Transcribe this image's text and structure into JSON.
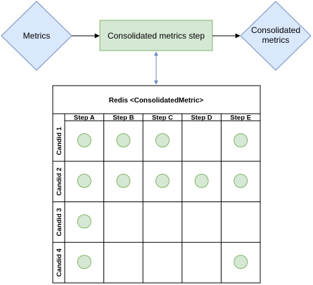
{
  "colors": {
    "diamond_fill": "#dae8fc",
    "diamond_stroke": "#6c8ebf",
    "step_fill": "#d5e8d4",
    "step_stroke": "#82b366",
    "dot_fill": "#d5e8d4",
    "dot_stroke": "#82b366",
    "arrow_stroke": "#000000",
    "link_stroke": "#6c8ebf",
    "grid_stroke": "#000000"
  },
  "nodes": {
    "input": {
      "label": "Metrics"
    },
    "step": {
      "label": "Consolidated metrics step"
    },
    "output": {
      "label_lines": [
        "Consolidated",
        "metrics"
      ]
    }
  },
  "table": {
    "title": "Redis <ConsolidatedMetric>",
    "columns": [
      "Step A",
      "Step B",
      "Step C",
      "Step D",
      "Step E"
    ],
    "rows": [
      {
        "label": "Candid 1",
        "filled": [
          true,
          true,
          true,
          false,
          true
        ]
      },
      {
        "label": "Candid 2",
        "filled": [
          true,
          true,
          true,
          true,
          true
        ]
      },
      {
        "label": "Candid 3",
        "filled": [
          true,
          false,
          false,
          false,
          false
        ]
      },
      {
        "label": "Candid 4",
        "filled": [
          true,
          false,
          false,
          false,
          true
        ]
      }
    ]
  }
}
